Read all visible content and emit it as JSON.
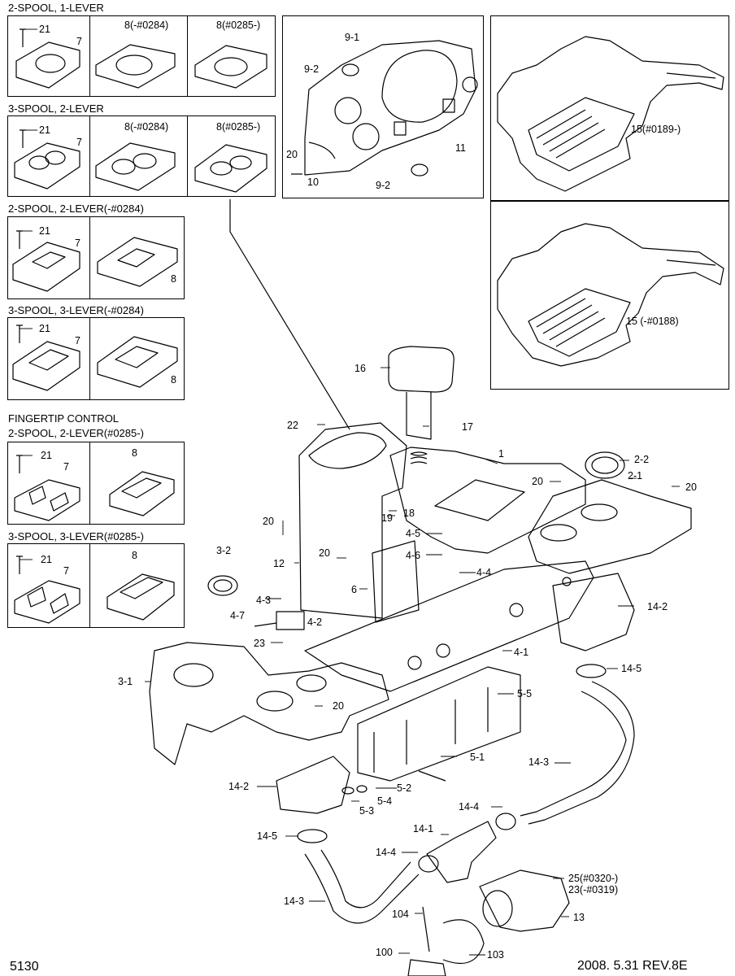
{
  "page": {
    "number": "5130",
    "date_rev": "2008. 5.31  REV.8E"
  },
  "sections": [
    {
      "title": "2-SPOOL, 1-LEVER",
      "labels": [
        "21",
        "7",
        "8(-#0284)",
        "8(#0285-)"
      ]
    },
    {
      "title": "3-SPOOL, 2-LEVER",
      "labels": [
        "21",
        "7",
        "8(-#0284)",
        "8(#0285-)"
      ]
    },
    {
      "title": "2-SPOOL, 2-LEVER(-#0284)",
      "labels": [
        "21",
        "7",
        "8"
      ]
    },
    {
      "title": "3-SPOOL, 3-LEVER(-#0284)",
      "labels": [
        "21",
        "7",
        "8"
      ]
    },
    {
      "title": "FINGERTIP CONTROL",
      "subtitle": "2-SPOOL, 2-LEVER(#0285-)",
      "labels": [
        "21",
        "7",
        "8"
      ]
    },
    {
      "title": "3-SPOOL, 3-LEVER(#0285-)",
      "labels": [
        "21",
        "7",
        "8"
      ]
    }
  ],
  "gauge_box": {
    "labels": [
      "9-1",
      "9-2",
      "20",
      "10",
      "9-2",
      "11"
    ]
  },
  "floor_mat_top": {
    "label": "15(#0189-)"
  },
  "floor_mat_bottom": {
    "label": "15 (-#0188)"
  },
  "main_labels": {
    "l16": "16",
    "l22": "22",
    "l17": "17",
    "l1": "1",
    "l20a": "20",
    "l22b": "2-2",
    "l21b": "2-1",
    "l20b": "20",
    "l19": "19",
    "l18": "18",
    "l20c": "20",
    "l45": "4-5",
    "l46": "4-6",
    "l44": "4-4",
    "l32": "3-2",
    "l12": "12",
    "l20d": "20",
    "l6": "6",
    "l43": "4-3",
    "l47": "4-7",
    "l42": "4-2",
    "l142a": "14-2",
    "l23": "23",
    "l41": "4-1",
    "l31": "3-1",
    "l145a": "14-5",
    "l55": "5-5",
    "l20e": "20",
    "l51": "5-1",
    "l143a": "14-3",
    "l142b": "14-2",
    "l52": "5-2",
    "l54": "5-4",
    "l53": "5-3",
    "l144a": "14-4",
    "l145b": "14-5",
    "l141": "14-1",
    "l144b": "14-4",
    "l25": "25(#0320-)",
    "l23b": "23(-#0319)",
    "l143b": "14-3",
    "l104": "104",
    "l13": "13",
    "l103": "103",
    "l100": "100"
  }
}
